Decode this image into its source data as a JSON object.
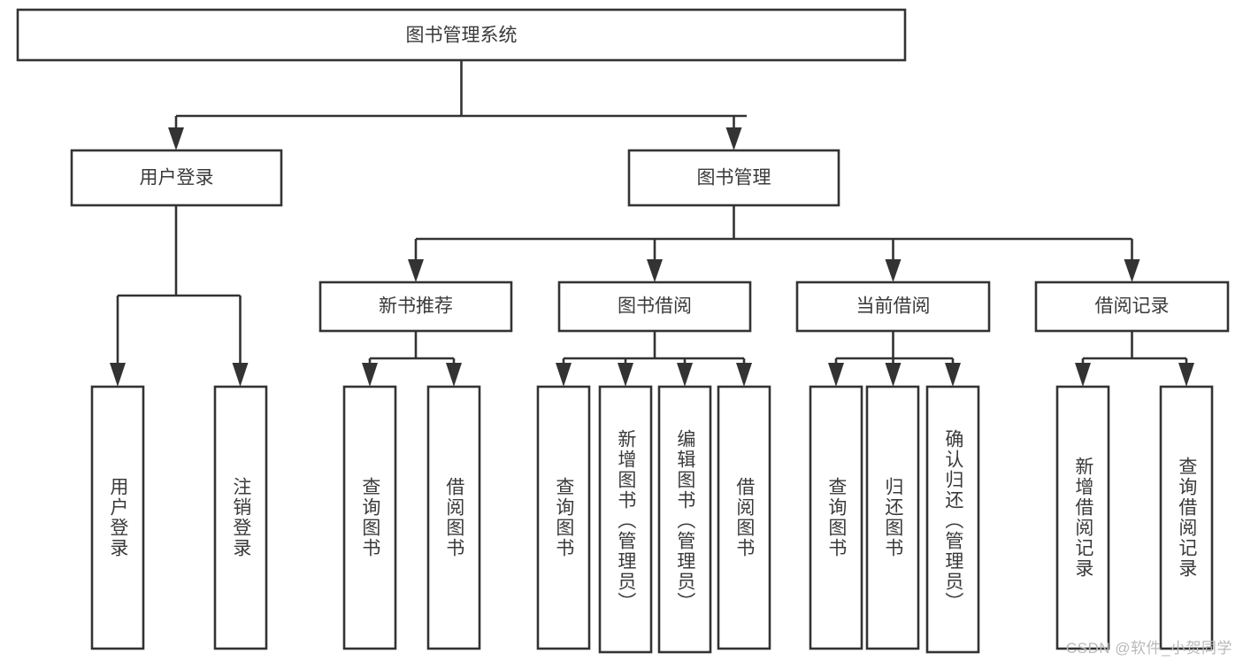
{
  "diagram": {
    "type": "tree-hierarchy-chart",
    "title_node": {
      "label": "图书管理系统",
      "level": 0
    },
    "level1": [
      {
        "id": "user-login",
        "label": "用户登录"
      },
      {
        "id": "book-manage",
        "label": "图书管理"
      }
    ],
    "level2": [
      {
        "id": "new-book-recommend",
        "label": "新书推荐",
        "parent": "book-manage"
      },
      {
        "id": "book-borrow",
        "label": "图书借阅",
        "parent": "book-manage"
      },
      {
        "id": "current-borrow",
        "label": "当前借阅",
        "parent": "book-manage"
      },
      {
        "id": "borrow-record",
        "label": "借阅记录",
        "parent": "book-manage"
      }
    ],
    "leaves": [
      {
        "id": "leaf-user-login",
        "label": "用户登录",
        "parent": "user-login"
      },
      {
        "id": "leaf-user-logout",
        "label": "注销登录",
        "parent": "user-login"
      },
      {
        "id": "leaf-query-book-1",
        "label": "查询图书",
        "parent": "new-book-recommend"
      },
      {
        "id": "leaf-borrow-book-1",
        "label": "借阅图书",
        "parent": "new-book-recommend"
      },
      {
        "id": "leaf-query-book-2",
        "label": "查询图书",
        "parent": "book-borrow"
      },
      {
        "id": "leaf-add-book",
        "label": "新增图书（管理员）",
        "parent": "book-borrow"
      },
      {
        "id": "leaf-edit-book",
        "label": "编辑图书（管理员）",
        "parent": "book-borrow"
      },
      {
        "id": "leaf-borrow-book-2",
        "label": "借阅图书",
        "parent": "book-borrow"
      },
      {
        "id": "leaf-query-book-3",
        "label": "查询图书",
        "parent": "current-borrow"
      },
      {
        "id": "leaf-return-book",
        "label": "归还图书",
        "parent": "current-borrow"
      },
      {
        "id": "leaf-confirm-return",
        "label": "确认归还（管理员）",
        "parent": "current-borrow"
      },
      {
        "id": "leaf-add-record",
        "label": "新增借阅记录",
        "parent": "borrow-record"
      },
      {
        "id": "leaf-query-record",
        "label": "查询借阅记录",
        "parent": "borrow-record"
      }
    ],
    "colors": {
      "stroke": "#333333",
      "box_fill": "#ffffff",
      "text": "#3a3a3a",
      "background": "#ffffff",
      "watermark": "#b9b9b9"
    }
  },
  "watermark": {
    "text": "CSDN @软件_小贺同学"
  }
}
